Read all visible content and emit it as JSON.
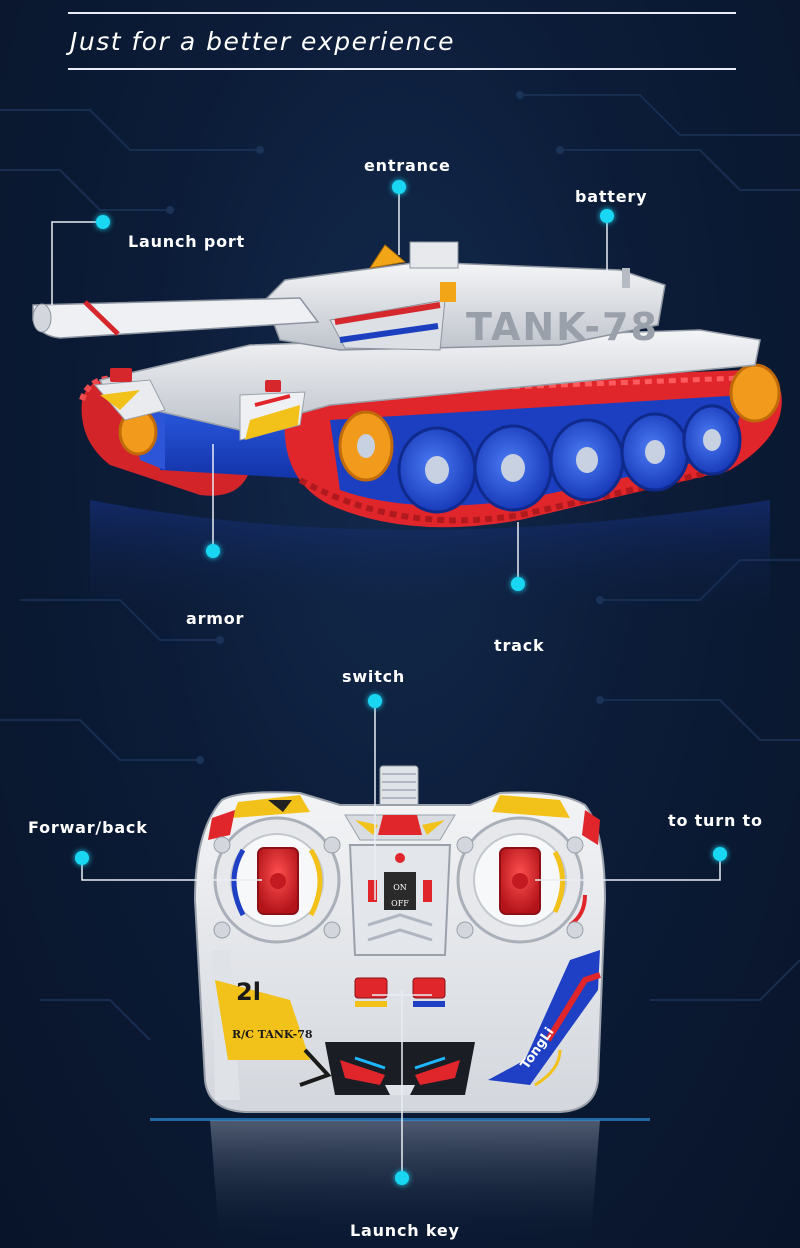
{
  "header": {
    "tagline": "Just for a better experience"
  },
  "tank": {
    "hull_text": "TANK-78",
    "labels": {
      "entrance": "entrance",
      "battery": "battery",
      "launch_port": "Launch port",
      "armor": "armor",
      "track": "track"
    }
  },
  "remote": {
    "on_text": "ON",
    "off_text": "OFF",
    "model_text": "R/C TANK-78",
    "brand_text": "TongLi",
    "labels": {
      "switch": "switch",
      "forward_back": "Forwar/back",
      "turn": "to turn to",
      "launch_key": "Launch key"
    }
  },
  "colors": {
    "accent_dot": "#19d6f2",
    "background": "#0b1a33",
    "tank_body": "#e6e8ec",
    "track_red": "#e0262b",
    "wheel_blue": "#1b49d6",
    "stripe_yellow": "#f2c21b"
  }
}
